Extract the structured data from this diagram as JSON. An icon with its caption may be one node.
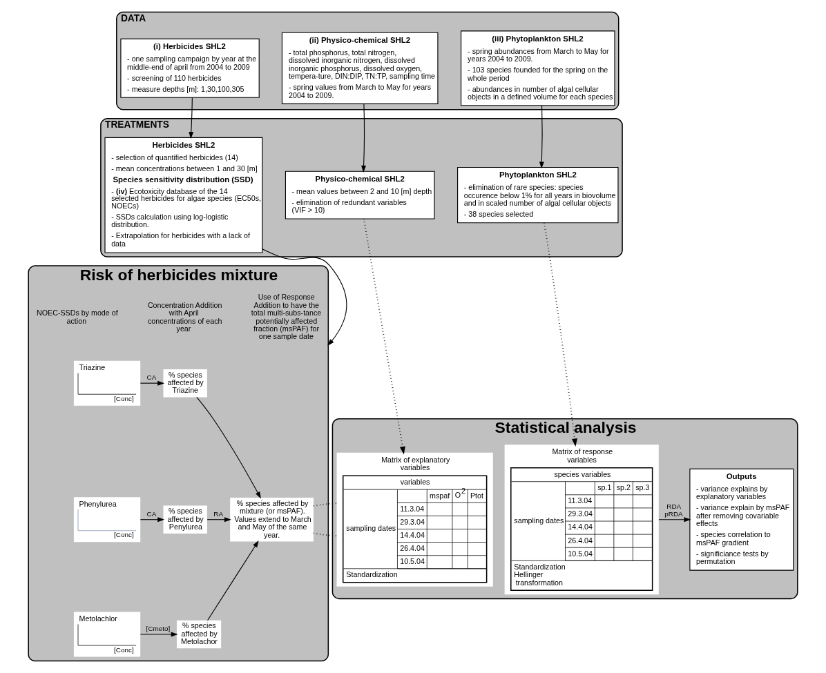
{
  "diagram": {
    "nodes": [
      {
        "text": [
          "DATA"
        ]
      },
      {
        "text": [
          "(i) Herbicides SHL2",
          "- one sampling campaign by year at the middle-end of april from 2004 to 2009",
          "- screening of 110 herbicides",
          "- measure depths [m]: 1,30,100,305"
        ],
        "in": 0
      },
      {
        "text": [
          "(ii) Physico-chemical SHL2",
          "- total phosphorus, total nitrogen, dissolved inorganic nitrogen, dissolved inorganic phosphorus, dissolved oxygen, tempera-ture, DIN:DIP, TN:TP, sampling time",
          "- spring values from March to May for years 2004 to 2009."
        ],
        "in": 0
      },
      {
        "text": [
          "(iii) Phytoplankton SHL2",
          "- spring abundances from March to May for years 2004 to 2009.",
          "- 103 species founded for the spring on the whole period",
          "- abundances in number of algal cellular objects in a defined volume for each species"
        ],
        "in": 0
      },
      {
        "text": [
          "TREATMENTS"
        ]
      },
      {
        "text": [
          "Herbicides SHL2",
          "- selection of quantified herbicides (14)",
          "- mean concentrations between 1 and 30 [m]",
          "Species sensitivity distribution (SSD)",
          "- **(iv)** Ecotoxicity database of the 14 selected herbicides for algae species (EC50s, NOECs)",
          "- SSDs calculation using log-logistic distribution.",
          "- Extrapolation for herbicides with a lack of data"
        ],
        "in": 4
      },
      {
        "text": [
          "Physico-chemical SHL2",
          "- mean values between 2 and 10 [m] depth",
          "- elimination of redundant variables (VIF > 10)"
        ],
        "in": 4
      },
      {
        "text": [
          "Phytoplankton SHL2",
          "- elimination of rare species: species occurence below 1% for all years in biovolume and in scaled number of algal cellular objects",
          "- 38 species selected"
        ],
        "in": 4
      },
      {
        "text": [
          "Risk of herbicides mixture"
        ]
      },
      {
        "text": [
          "Triazine",
          "[Conc]"
        ],
        "in": 8
      },
      {
        "text": [
          "Phenylurea",
          "[Conc]"
        ],
        "in": 8
      },
      {
        "text": [
          "Metolachlor",
          "[Conc]"
        ],
        "in": 8
      },
      {
        "text": [
          "% species affected by Triazine"
        ],
        "in": 8
      },
      {
        "text": [
          "% species affected by Penylurea"
        ],
        "in": 8
      },
      {
        "text": [
          "% species affected by Metolachor"
        ],
        "in": 8
      },
      {
        "text": [
          "% species affected by mixture (or msPAF). Values extend to March and May of the same year."
        ],
        "in": 8
      },
      {
        "text": [
          "Statistical analysis"
        ]
      },
      {
        "text": [
          "Matrix of explanatory variables",
          "variables",
          "sampling dates",
          "mspaf",
          "O$^{2}$",
          "Ptot",
          "11.3.04",
          "29.3.04",
          "14.4.04",
          "26.4.04",
          "10.5.04",
          "Standardization"
        ],
        "in": 16
      },
      {
        "text": [
          "Matrix of response variables",
          "species variables",
          "sampling dates",
          "sp.1",
          "sp.2",
          "sp.3",
          "11.3.04",
          "29.3.04",
          "14.4.04",
          "26.4.04",
          "10.5.04",
          "Standardization Hellinger transformation"
        ],
        "in": 16
      },
      {
        "text": [
          "Outputs",
          "- variance explains by explanatory variables",
          "- variance explain by msPAF after removing covariable effects",
          "- species correlation to msPAF gradient",
          "- significiance tests by permutation"
        ],
        "in": 16
      }
    ],
    "edges": [
      {
        "from": 1,
        "to": 5,
        "arrow": "to"
      },
      {
        "from": 2,
        "to": 6,
        "arrow": "to"
      },
      {
        "from": 3,
        "to": 7,
        "arrow": "to"
      },
      {
        "from": 5,
        "to": 8,
        "arrow": "to"
      },
      {
        "from": 9,
        "to": 12,
        "arrow": "to",
        "label": "CA"
      },
      {
        "from": 10,
        "to": 13,
        "arrow": "to",
        "label": "CA"
      },
      {
        "from": 11,
        "to": 14,
        "arrow": "to",
        "label": "[Cmeto]"
      },
      {
        "from": 12,
        "to": 15,
        "arrow": "to"
      },
      {
        "from": 13,
        "to": 15,
        "arrow": "to",
        "label": "RA"
      },
      {
        "from": 14,
        "to": 15,
        "arrow": "to"
      },
      {
        "from": 6,
        "to": 17,
        "arrow": "to",
        "style": "dashed"
      },
      {
        "from": 15,
        "to": 17,
        "arrow": "none",
        "style": "dashed"
      },
      {
        "from": 7,
        "to": 18,
        "arrow": "to",
        "style": "dashed"
      },
      {
        "from": 18,
        "to": 19,
        "arrow": "to",
        "label": "RDA pRDA"
      }
    ],
    "labels": [
      "NOEC-SSDs by mode of action",
      "Concentration Addition with April concentrations of each year",
      "Use of Response Addition to have the total multi-subs-tance potentially affected fraction (msPAF) for one sample date"
    ]
  }
}
